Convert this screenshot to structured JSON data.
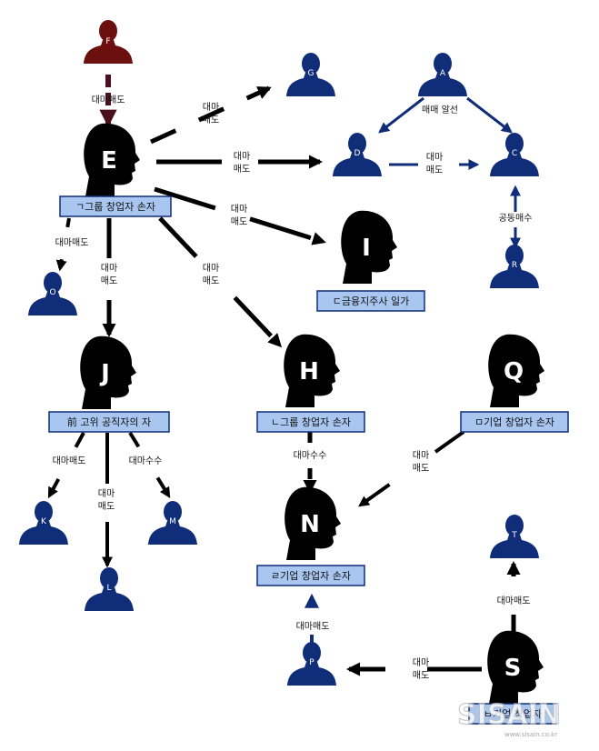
{
  "nodes": {
    "F": "F",
    "E": "E",
    "G": "G",
    "A": "A",
    "D": "D",
    "C": "C",
    "R": "R",
    "O": "O",
    "I": "I",
    "J": "J",
    "H": "H",
    "Q": "Q",
    "K": "K",
    "M": "M",
    "L": "L",
    "N": "N",
    "P": "P",
    "S": "S",
    "T": "T"
  },
  "labels": {
    "e_affil": "ㄱ그룹 창업자 손자",
    "i_affil": "ㄷ금융지주사 일가",
    "j_affil": "前 고위 공직자의 자",
    "h_affil": "ㄴ그룹 창업자 손자",
    "q_affil": "ㅁ기업 창업자 손자",
    "n_affil": "ㄹ기업 창업자 손자",
    "s_affil": "ㅂ기업 창업자"
  },
  "edges": {
    "f_e": "대마매도",
    "e_g_1": "대마",
    "e_g_2": "매도",
    "a_mid": "매매 알선",
    "e_d_1": "대마",
    "e_d_2": "매도",
    "d_c_1": "대마",
    "d_c_2": "매도",
    "c_r": "공동매수",
    "e_i_1": "대마",
    "e_i_2": "매도",
    "e_o": "대마매도",
    "e_j_1": "대마",
    "e_j_2": "매도",
    "e_h_1": "대마",
    "e_h_2": "매도",
    "j_k": "대마매도",
    "j_l_1": "대마",
    "j_l_2": "매도",
    "j_m": "대마수수",
    "h_n": "대마수수",
    "q_n_1": "대마",
    "q_n_2": "매도",
    "p_n": "대마매도",
    "s_p_1": "대마",
    "s_p_2": "매도",
    "s_t": "대마매도"
  },
  "watermark": {
    "logo": "SISAIN",
    "url": "www.sisain.co.kr"
  },
  "colors": {
    "black_arrow": "#000000",
    "navy": "#0f2d78",
    "dark_red": "#6b0f0f",
    "arrow_dark_red": "#4a1020",
    "label_fill": "#a9c6f0",
    "label_border": "#0f2d78"
  }
}
